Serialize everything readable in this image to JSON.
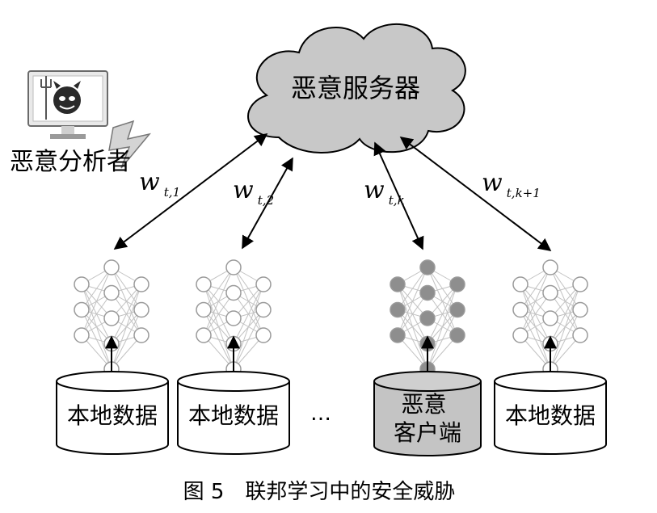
{
  "server": {
    "label": "恶意服务器"
  },
  "analyst": {
    "label": "恶意分析者",
    "icon": "malicious-analyst-monitor-icon"
  },
  "links": [
    {
      "main": "w",
      "sub": "t,1"
    },
    {
      "main": "w",
      "sub": "t,2"
    },
    {
      "main": "w",
      "sub": "t,k"
    },
    {
      "main": "w",
      "sub": "t,k+1"
    }
  ],
  "clients": [
    {
      "data_label": "本地数据",
      "malicious": false
    },
    {
      "data_label": "本地数据",
      "malicious": false
    },
    {
      "data_label": [
        "恶意",
        "客户端"
      ],
      "malicious": true
    },
    {
      "data_label": "本地数据",
      "malicious": false
    }
  ],
  "ellipsis": "…",
  "caption": "图 5　联邦学习中的安全威胁",
  "colors": {
    "cloud_fill": "#c8c8c8",
    "malicious_fill": "#c4c4c4",
    "node_stroke": "#9a9a9a",
    "node_fill_malicious": "#8e8e8e",
    "ink": "#000000"
  }
}
